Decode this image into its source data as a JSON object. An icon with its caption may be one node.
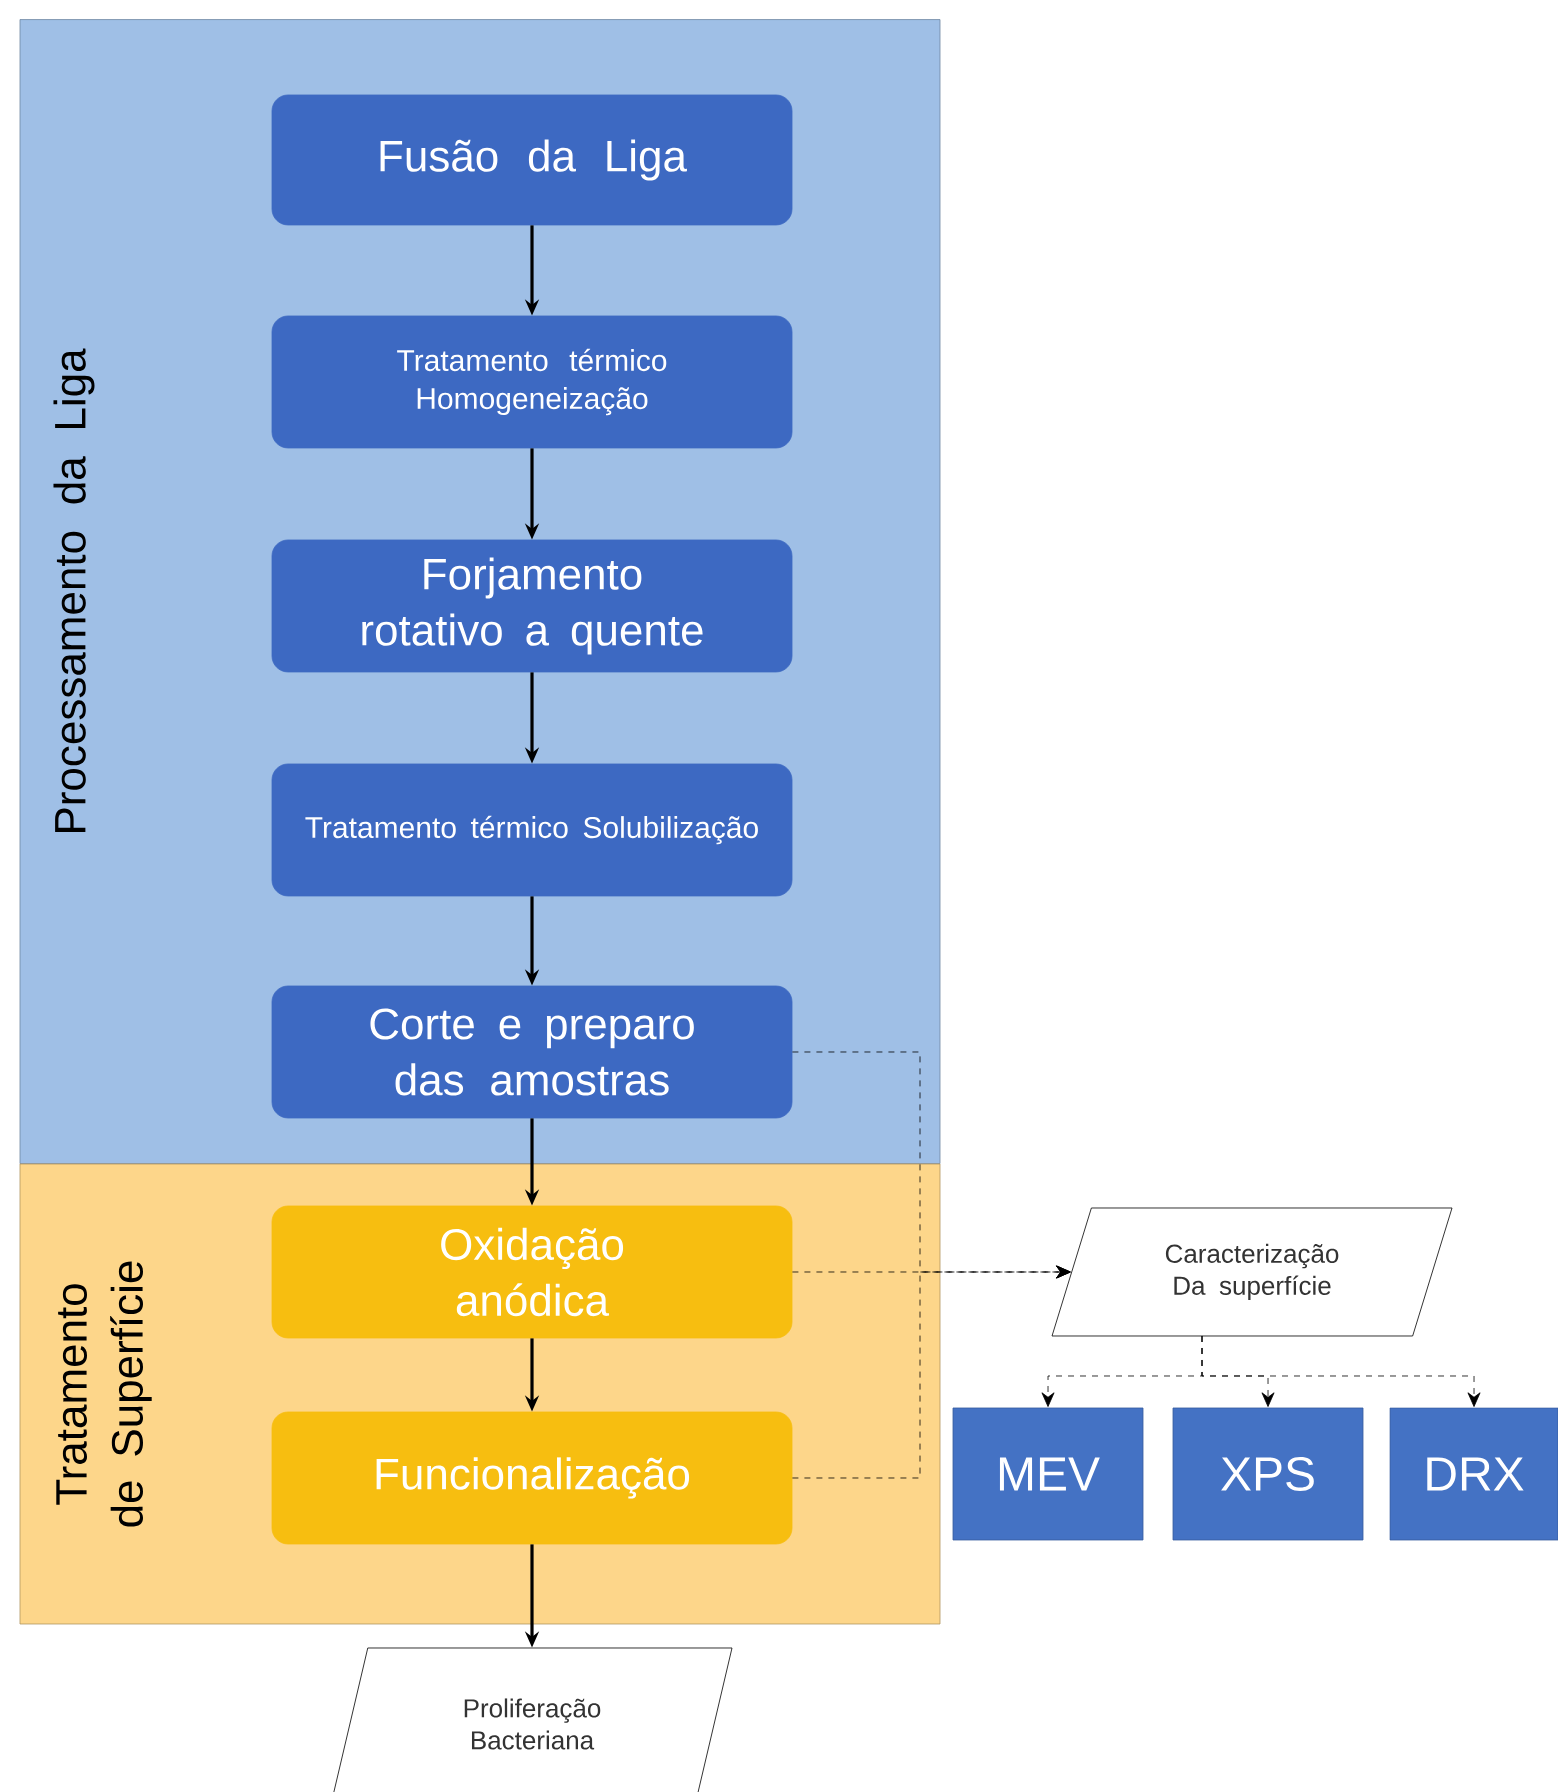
{
  "diagram": {
    "nodes": [
      {
        "text": [
          "Processamento da Liga"
        ]
      },
      {
        "text": [
          "Fusão da Liga"
        ],
        "in": 0
      },
      {
        "text": [
          "Tratamento térmico Homogeneização"
        ],
        "in": 0
      },
      {
        "text": [
          "Forjamento rotativo a quente"
        ],
        "in": 0
      },
      {
        "text": [
          "Tratamento térmico Solubilização"
        ],
        "in": 0
      },
      {
        "text": [
          "Corte e preparo das amostras"
        ],
        "in": 0
      },
      {
        "text": [
          "Tratamento de Superfície"
        ]
      },
      {
        "text": [
          "Oxidação anódica"
        ],
        "in": 6
      },
      {
        "text": [
          "Funcionalização"
        ],
        "in": 6
      },
      {
        "text": [
          "Proliferação Bacteriana"
        ]
      },
      {
        "text": [
          "Caracterização Da superfície"
        ]
      },
      {
        "text": [
          "MEV"
        ]
      },
      {
        "text": [
          "XPS"
        ]
      },
      {
        "text": [
          "DRX"
        ]
      }
    ],
    "edges": [
      {
        "from": 1,
        "to": 2,
        "arrow": "to"
      },
      {
        "from": 2,
        "to": 3,
        "arrow": "to"
      },
      {
        "from": 3,
        "to": 4,
        "arrow": "to"
      },
      {
        "from": 4,
        "to": 5,
        "arrow": "to"
      },
      {
        "from": 5,
        "to": 7,
        "arrow": "to"
      },
      {
        "from": 7,
        "to": 8,
        "arrow": "to"
      },
      {
        "from": 8,
        "to": 9,
        "arrow": "to"
      },
      {
        "from": 5,
        "to": 10,
        "arrow": "to",
        "style": "dashed"
      },
      {
        "from": 7,
        "to": 10,
        "arrow": "to",
        "style": "dashed"
      },
      {
        "from": 8,
        "to": 10,
        "arrow": "to",
        "style": "dashed"
      },
      {
        "from": 10,
        "to": 11,
        "arrow": "to",
        "style": "dashed"
      },
      {
        "from": 10,
        "to": 12,
        "arrow": "to",
        "style": "dashed"
      },
      {
        "from": 10,
        "to": 13,
        "arrow": "to",
        "style": "dashed"
      }
    ]
  }
}
